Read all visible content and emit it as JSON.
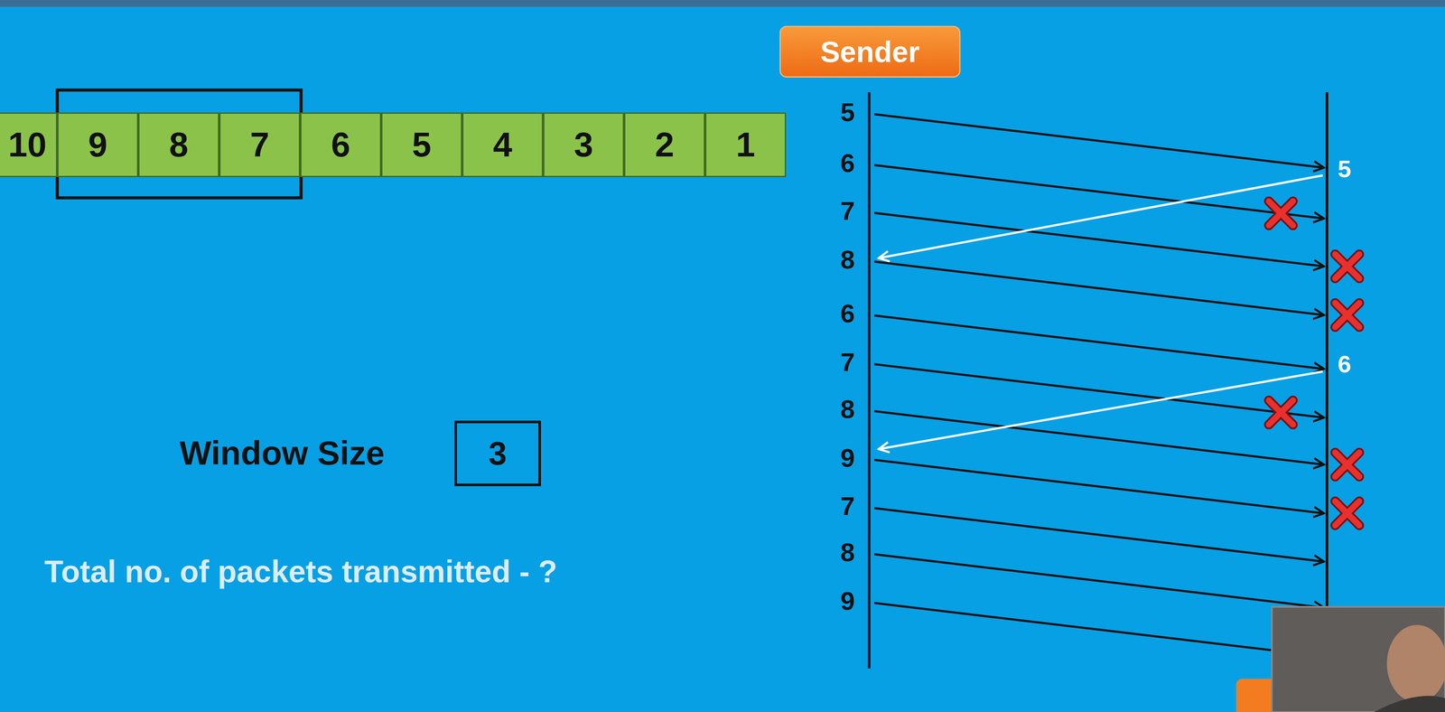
{
  "diagram": {
    "nodes": [
      {
        "text": [
          "10"
        ]
      },
      {
        "text": [
          "9"
        ]
      },
      {
        "text": [
          "8"
        ]
      },
      {
        "text": [
          "7"
        ]
      },
      {
        "text": [
          "6"
        ]
      },
      {
        "text": [
          "5"
        ]
      },
      {
        "text": [
          "4"
        ]
      },
      {
        "text": [
          "3"
        ]
      },
      {
        "text": [
          "2"
        ]
      },
      {
        "text": [
          "1"
        ]
      },
      {
        "text": [
          "Sender"
        ]
      },
      {
        "text": [
          "3"
        ]
      }
    ],
    "labels": [
      "Window Size",
      "Total no. of packets transmitted - ?",
      "5",
      "6",
      "7",
      "8",
      "6",
      "7",
      "8",
      "9",
      "7",
      "8",
      "9",
      "5",
      "6"
    ]
  }
}
